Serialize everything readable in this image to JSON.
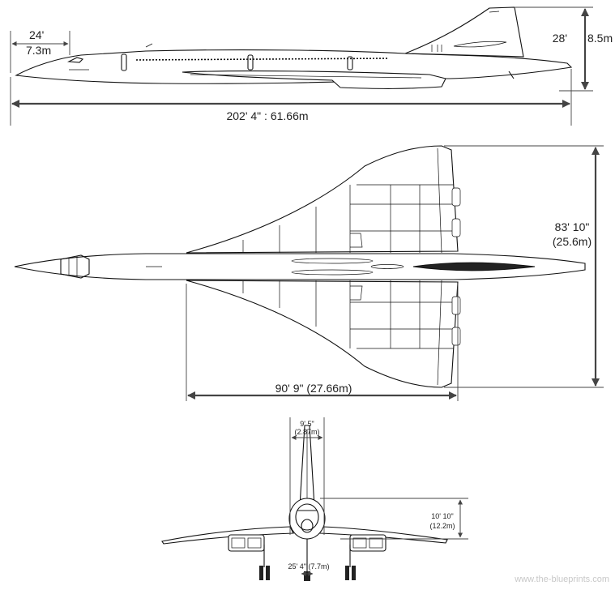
{
  "side_view": {
    "nose_length_ft": "24'",
    "nose_length_m": "7.3m",
    "height_ft": "28'",
    "height_m": "8.5m",
    "length": "202' 4\" : 61.66m"
  },
  "top_view": {
    "span_ft": "83' 10\"",
    "span_m": "(25.6m)",
    "wing_root": "90' 9\"  (27.66m)"
  },
  "front_view": {
    "fin_width_ft": "9' 5\"",
    "fin_width_m": "(2.87m)",
    "fin_height_ft": "10' 10\"",
    "fin_height_m": "(12.2m)",
    "track": "25' 4\"  (7.7m)"
  },
  "watermark": "www.the-blueprints.com",
  "colors": {
    "line": "#111111",
    "dimension": "#444444",
    "background": "#ffffff"
  }
}
